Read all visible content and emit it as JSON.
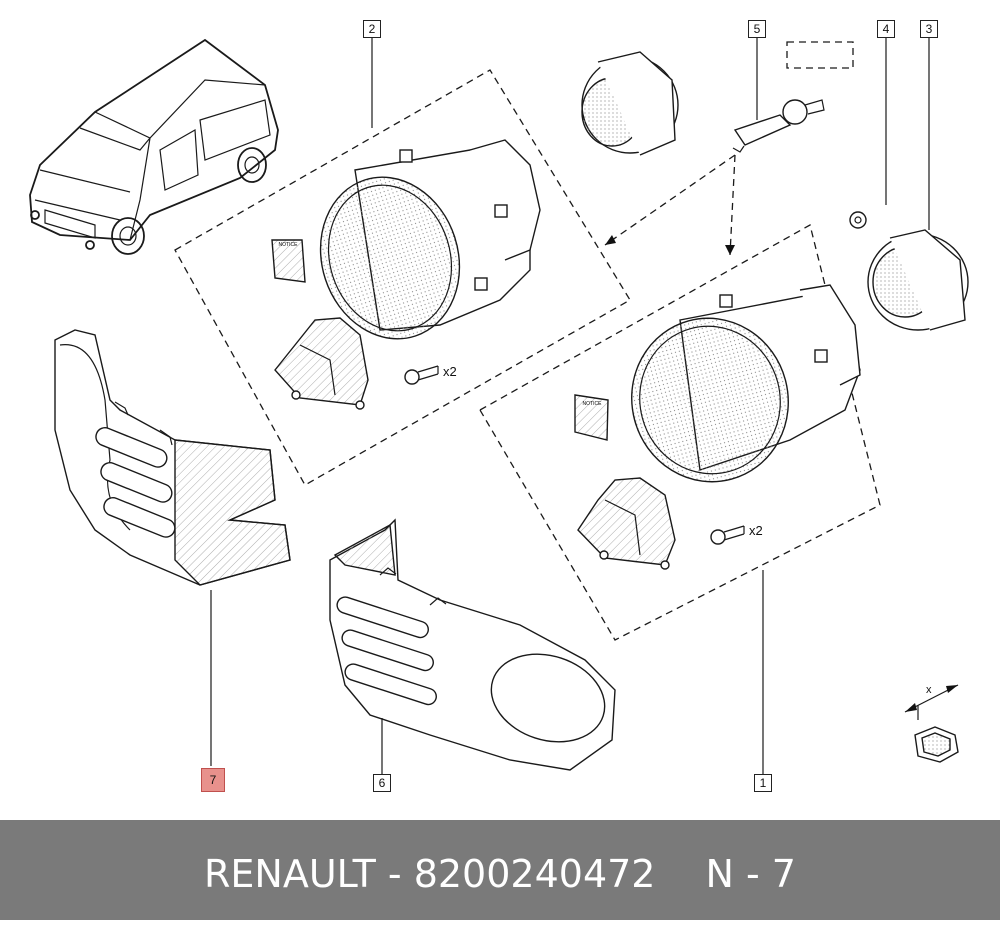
{
  "brand": "RENAULT",
  "part_number": "8200240472",
  "position_label": "N - 7",
  "footer_separator": " - ",
  "callouts": {
    "c1": "1",
    "c2": "2",
    "c3": "3",
    "c4": "4",
    "c5": "5",
    "c6": "6",
    "c7": "7"
  },
  "quantities": {
    "screw_upper": "x2",
    "screw_lower": "x2"
  },
  "notice_label": "NOTICE",
  "axis_label": "x",
  "colors": {
    "highlight": "#e8918c",
    "footer_bg": "#7a7a7a",
    "footer_text": "#ffffff"
  }
}
